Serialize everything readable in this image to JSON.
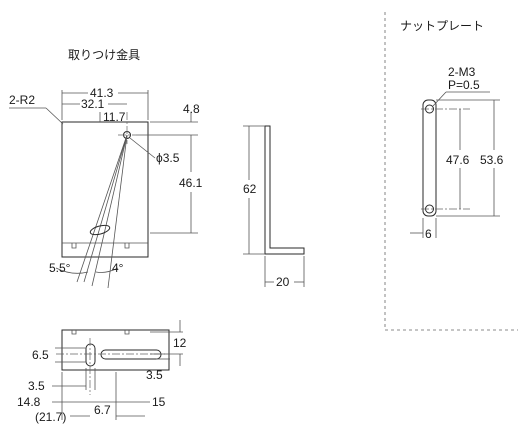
{
  "bracket": {
    "title": "取りつけ金具",
    "r2": "2-R2",
    "w41": "41.3",
    "w32": "32.1",
    "w11": "11.7",
    "h48": "4.8",
    "phi": "ϕ3.5",
    "h46": "46.1",
    "ang55": "5.5°",
    "ang4": "4°"
  },
  "side": {
    "h62": "62",
    "w20": "20"
  },
  "bottom": {
    "d65": "6.5",
    "d12": "12",
    "d35l": "3.5",
    "d35r": "3.5",
    "d148": "14.8",
    "d15": "15",
    "d217": "(21.7)",
    "d67": "6.7"
  },
  "nut": {
    "title": "ナットプレート",
    "m3": "2-M3",
    "p05": "P=0.5",
    "h476": "47.6",
    "h536": "53.6",
    "w6": "6"
  }
}
